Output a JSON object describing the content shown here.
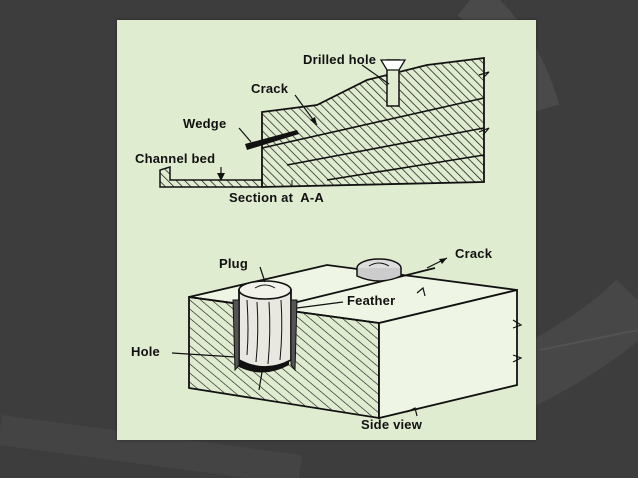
{
  "colors": {
    "background": "#3d3d3d",
    "panel": "#dfecd0",
    "ink": "#111111"
  },
  "section_view": {
    "drilled_hole": "Drilled hole",
    "crack": "Crack",
    "wedge": "Wedge",
    "channel_bed": "Channel bed",
    "caption": "Section at  A-A"
  },
  "side_view": {
    "plug": "Plug",
    "crack": "Crack",
    "feather": "Feather",
    "hole": "Hole",
    "caption": "Side view"
  }
}
